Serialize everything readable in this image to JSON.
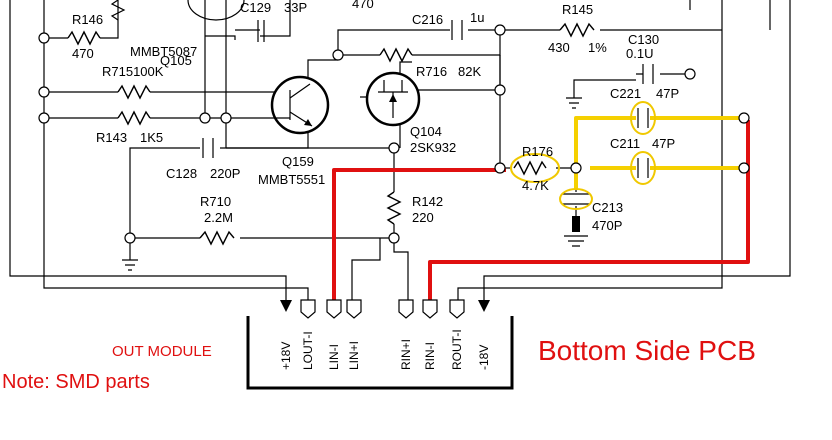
{
  "components": {
    "r146": {
      "ref": "R146",
      "value": "470"
    },
    "q105": {
      "ref": "Q105",
      "part": "MMBT5087"
    },
    "c129": {
      "ref": "C129",
      "value": "33P"
    },
    "top_value": "470",
    "c216": {
      "ref": "C216",
      "value": "1u"
    },
    "r145": {
      "ref": "R145",
      "value": "430",
      "tol": "1%"
    },
    "c130": {
      "ref": "C130",
      "value": "0.1U"
    },
    "r715": {
      "ref_value": "R715100K"
    },
    "r716": {
      "ref": "R716",
      "value": "82K"
    },
    "c221": {
      "ref": "C221",
      "value": "47P"
    },
    "r143": {
      "ref": "R143",
      "value": "1K5"
    },
    "q104": {
      "ref": "Q104",
      "part": "2SK932"
    },
    "c211": {
      "ref": "C211",
      "value": "47P"
    },
    "r176": {
      "ref": "R176",
      "value": "4.7K"
    },
    "c128": {
      "ref": "C128",
      "value": "220P"
    },
    "q159": {
      "ref": "Q159",
      "part": "MMBT5551"
    },
    "c213": {
      "ref": "C213",
      "value": "470P"
    },
    "r710": {
      "ref": "R710",
      "value": "2.2M"
    },
    "r142": {
      "ref": "R142",
      "value": "220"
    }
  },
  "connector": {
    "label": "OUT MODULE",
    "pins": [
      "+18V",
      "LOUT-I",
      "LIN-I",
      "LIN+I",
      "RIN+I",
      "RIN-I",
      "ROUT-I",
      "-18V"
    ]
  },
  "annotations": {
    "note": "Note:  SMD parts",
    "title": "Bottom Side PCB"
  },
  "colors": {
    "highlight_red": "#e01010",
    "highlight_yellow": "#f5d000"
  }
}
